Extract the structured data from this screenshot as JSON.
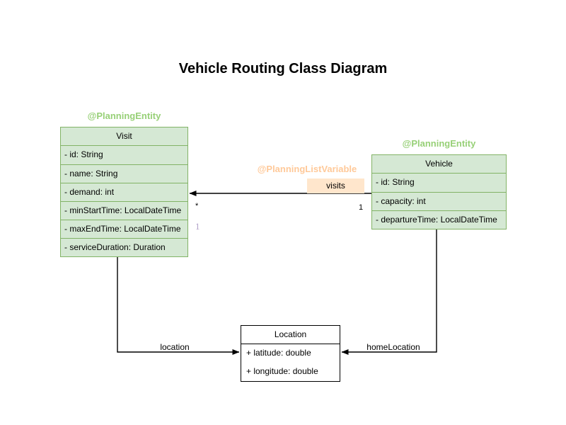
{
  "title": "Vehicle Routing Class Diagram",
  "classes": {
    "visit": {
      "annotation": "@PlanningEntity",
      "name": "Visit",
      "fields": [
        "- id: String",
        "- name: String",
        "- demand: int",
        "- minStartTime: LocalDateTime",
        "- maxEndTime: LocalDateTime",
        "- serviceDuration: Duration"
      ]
    },
    "vehicle": {
      "annotation": "@PlanningEntity",
      "name": "Vehicle",
      "fields": [
        "- id: String",
        "- capacity: int",
        "- departureTime: LocalDateTime"
      ]
    },
    "location": {
      "name": "Location",
      "fields": [
        "+ latitude: double",
        "+ longitude: double"
      ]
    }
  },
  "edges": {
    "visits": {
      "annotation": "@PlanningListVariable",
      "label": "visits",
      "target_multiplicity": "*",
      "source_multiplicity": "1",
      "index_label": "1"
    },
    "visit_location": {
      "label": "location"
    },
    "vehicle_home_location": {
      "label": "homeLocation"
    }
  },
  "colors": {
    "entity_fill": "#d5e8d4",
    "entity_border": "#82b366",
    "entity_annotation_text": "#97d077",
    "list_variable_annotation_text": "#ffc999",
    "visits_label_fill": "#ffe6cc",
    "plain_fill": "#ffffff",
    "plain_border": "#000000",
    "index_label_text": "#b0a0c8",
    "edge_stroke": "#000000"
  }
}
